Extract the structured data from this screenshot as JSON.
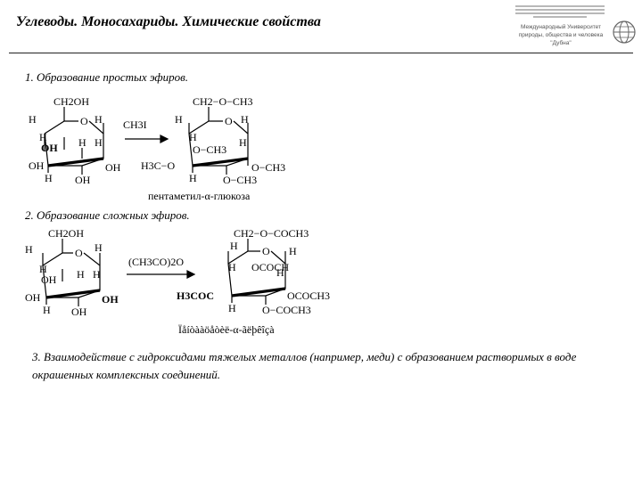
{
  "title": "Углеводы. Моносахариды. Химические свойства",
  "logo": {
    "org_line1": "Международный Университет",
    "org_line2": "природы, общества и человека",
    "org_line3": "\"Дубна\""
  },
  "sections": {
    "s1": "1. Образование простых эфиров.",
    "s2": "2. Образование сложных эфиров.",
    "s3": "3. Взаимодействие с гидроксидами тяжелых металлов (например, меди) с образованием растворимых в воде окрашенных комплексных соединений."
  },
  "reaction1": {
    "reagent": "CH3I",
    "reactant": {
      "top": "CH2OH",
      "h_left_top": "H",
      "h_ring_o_right": "H",
      "oh_left": "OH",
      "h_mid": "H",
      "h_left_inner": "H",
      "oh_bottom_left": "OH",
      "oh_bottom_right": "OH",
      "h_bottom_left": "H",
      "oh_bottom": "OH",
      "ring_o": "O",
      "h_right_inner": "H"
    },
    "product": {
      "top": "CH2−O−CH3",
      "ring_o": "O",
      "h_left_top": "H",
      "h_right_top": "H",
      "h_left": "H",
      "och3_mid": "O−CH3",
      "h_mid": "H",
      "h3co": "H3C−O",
      "och3_right": "O−CH3",
      "h_bottom": "H",
      "och3_bottom": "O−CH3"
    },
    "product_name": "пентаметил-α-глюкоза"
  },
  "reaction2": {
    "reagent": "(CH3CO)2O",
    "reactant": {
      "top": "CH2OH",
      "ring_o": "O",
      "h_top_left": "H",
      "h_top_right": "H",
      "h_left": "H",
      "oh_mid": "OH",
      "h_mid": "H",
      "oh_left": "OH",
      "oh_right": "OH",
      "h_bottom": "H",
      "oh_bottom": "OH",
      "h_inner": "H"
    },
    "product": {
      "top": "CH2−O−COCH3",
      "ring_o": "O",
      "h_top": "H",
      "h_right": "H",
      "h_left": "H",
      "ococh3_mid": "OCOCH",
      "h_mid": "H",
      "h3coc": "H3COC",
      "ococh3_right": "OCOCH3",
      "h_bottom": "H",
      "ococh3_bottom": "O−COCH3"
    },
    "product_name": "Ïåíòààöåòèë-α-ãëþêîçà"
  }
}
